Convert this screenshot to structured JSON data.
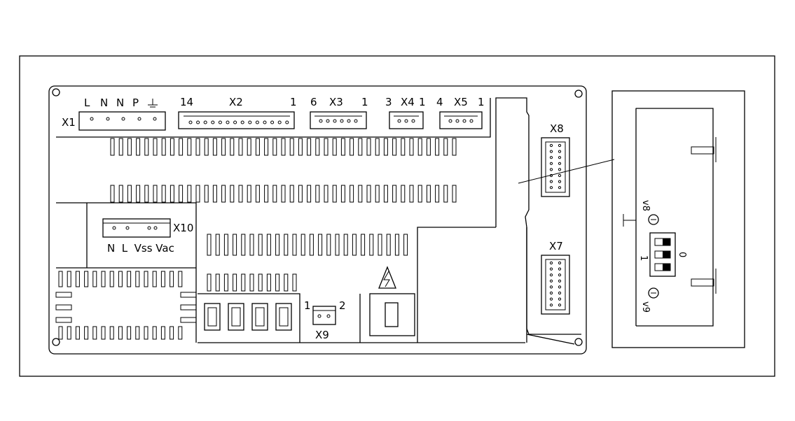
{
  "labels": {
    "x1": "X1",
    "x1_pins": [
      "L",
      "N",
      "N",
      "P"
    ],
    "x2": "X2",
    "x2_left": "14",
    "x2_right": "1",
    "x3": "X3",
    "x3_left": "6",
    "x3_right": "1",
    "x4": "X4",
    "x4_left": "3",
    "x4_right": "1",
    "x5": "X5",
    "x5_left": "4",
    "x5_right": "1",
    "x8": "X8",
    "x7": "X7",
    "x10": "X10",
    "x10_pins": "N  L  Vss Vac",
    "x9": "X9",
    "x9_left": "1",
    "x9_right": "2",
    "v8": "v8",
    "v9": "v9",
    "dip_1": "1",
    "dip_0": "0"
  },
  "icons": {
    "ground": "ground-icon",
    "warning": "high-voltage-warning-icon",
    "led": "led-indicator-icon"
  },
  "colors": {
    "line": "#000000",
    "background": "#ffffff"
  }
}
